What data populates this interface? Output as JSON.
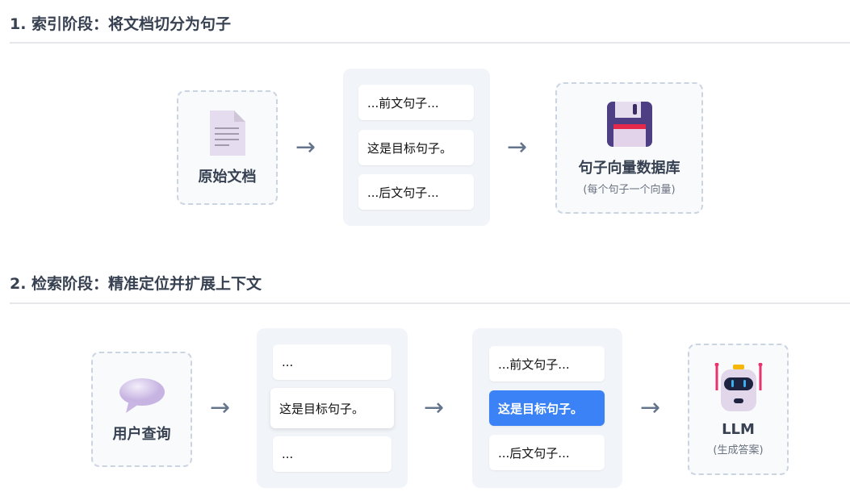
{
  "section1": {
    "title": "1. 索引阶段：将文档切分为句子",
    "source": {
      "label": "原始文档",
      "icon": "document-icon"
    },
    "sentences": [
      "...前文句子...",
      "这是目标句子。",
      "...后文句子..."
    ],
    "store": {
      "label": "句子向量数据库",
      "sub": "(每个句子一个向量)",
      "icon": "floppy-disk-icon"
    }
  },
  "section2": {
    "title": "2. 检索阶段：精准定位并扩展上下文",
    "query": {
      "label": "用户查询",
      "icon": "speech-bubble-icon"
    },
    "matched": [
      "...",
      "这是目标句子。",
      "..."
    ],
    "expanded": [
      "...前文句子...",
      "这是目标句子。",
      "...后文句子..."
    ],
    "llm": {
      "label": "LLM",
      "sub": "(生成答案)",
      "icon": "robot-icon"
    }
  },
  "arrow": "→",
  "colors": {
    "highlight": "#3b82f6"
  }
}
